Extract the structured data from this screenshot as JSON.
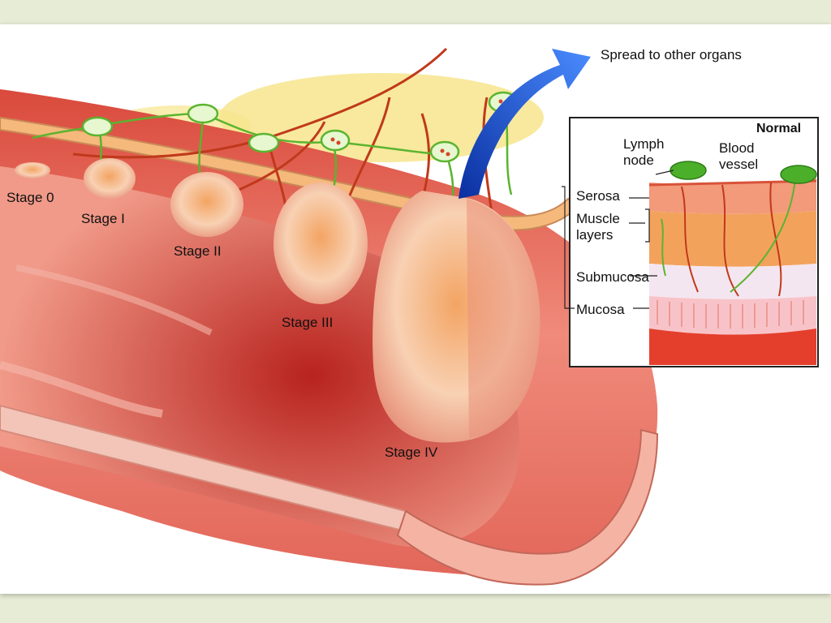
{
  "labels": {
    "spread": "Spread to other organs",
    "stage0": "Stage 0",
    "stage1": "Stage I",
    "stage2": "Stage II",
    "stage3": "Stage III",
    "stage4": "Stage IV"
  },
  "inset": {
    "title": "Normal",
    "lymph_node": "Lymph node",
    "blood_vessel": "Blood vessel",
    "serosa": "Serosa",
    "muscle_layers": "Muscle layers",
    "submucosa": "Submucosa",
    "mucosa": "Mucosa"
  },
  "colors": {
    "tissue": "#e86a5c",
    "lumen": "#f4a99b",
    "tumor": "#f7c6a6",
    "lymph": "#8fd14f",
    "vessel": "#c0391b",
    "fat": "#f6e27a",
    "arrow": "#1f5fd6"
  }
}
